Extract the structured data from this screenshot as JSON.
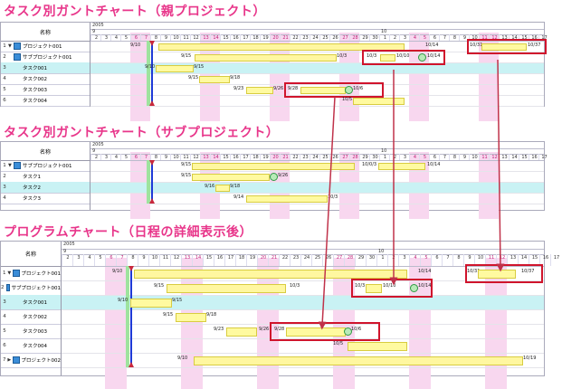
{
  "section_titles": {
    "parent": "タスク別ガントチャート（親プロジェクト）",
    "sub": "タスク別ガントチャート（サブプロジェクト）",
    "program": "プログラムチャート（日程の詳細表示後）"
  },
  "header": {
    "name_col": "名称",
    "year": "2005",
    "month_sep": "9",
    "month_oct": "10",
    "days": [
      "2",
      "3",
      "4",
      "5",
      "6",
      "7",
      "8",
      "9",
      "10",
      "11",
      "12",
      "13",
      "14",
      "15",
      "16",
      "17",
      "18",
      "19",
      "20",
      "21",
      "22",
      "23",
      "24",
      "25",
      "26",
      "27",
      "28",
      "29",
      "30",
      "1",
      "2",
      "3",
      "4",
      "5",
      "6",
      "7",
      "8",
      "9",
      "10",
      "11",
      "12",
      "13",
      "14",
      "15",
      "16",
      "17"
    ]
  },
  "panel1": {
    "rows": [
      {
        "num": "1",
        "toggle": "▼",
        "icon": true,
        "name": "プロジェクト001"
      },
      {
        "num": "2",
        "toggle": "",
        "icon": true,
        "name": "サブプロジェクト001"
      },
      {
        "num": "3",
        "toggle": "",
        "icon": false,
        "name": "タスク001"
      },
      {
        "num": "4",
        "toggle": "",
        "icon": false,
        "name": "タスク002"
      },
      {
        "num": "5",
        "toggle": "",
        "icon": false,
        "name": "タスク003"
      },
      {
        "num": "6",
        "toggle": "",
        "icon": false,
        "name": "タスク004"
      }
    ],
    "labels": {
      "p_start": "9/10",
      "p_end": "10/14",
      "p_box_start": "10/31",
      "p_box_end": "10/37",
      "s_start": "9/15",
      "s_end": "10/3",
      "s_box_start": "10/3",
      "s_box_end": "10/10",
      "s_mile": "10/14",
      "t1_start": "9/10",
      "t1_end": "9/15",
      "t2_start": "9/15",
      "t2_end": "9/18",
      "t3_start": "9/23",
      "t3_end": "9/26",
      "t3_box_start": "9/28",
      "t3_box_end": "10/6",
      "t4_start": "10/5"
    }
  },
  "panel2": {
    "rows": [
      {
        "num": "1",
        "toggle": "▼",
        "icon": true,
        "name": "サブプロジェクト001"
      },
      {
        "num": "2",
        "toggle": "",
        "icon": false,
        "name": "タスク1"
      },
      {
        "num": "3",
        "toggle": "",
        "icon": false,
        "name": "タスク2"
      },
      {
        "num": "4",
        "toggle": "",
        "icon": false,
        "name": "タスク3"
      }
    ],
    "labels": {
      "s_start": "9/15",
      "s_end": "10/0/3",
      "s_box_end": "10/14",
      "t1_start": "9/15",
      "t1_end": "9/26",
      "t2_start": "9/16",
      "t2_end": "9/18",
      "t3_start": "9/14",
      "t3_end": "10/3"
    }
  },
  "panel3": {
    "rows": [
      {
        "num": "1",
        "toggle": "▼",
        "icon": true,
        "name": "プロジェクト001"
      },
      {
        "num": "2",
        "toggle": "",
        "icon": true,
        "name": "サブプロジェクト001"
      },
      {
        "num": "3",
        "toggle": "",
        "icon": false,
        "name": "タスク001"
      },
      {
        "num": "4",
        "toggle": "",
        "icon": false,
        "name": "タスク002"
      },
      {
        "num": "5",
        "toggle": "",
        "icon": false,
        "name": "タスク003"
      },
      {
        "num": "6",
        "toggle": "",
        "icon": false,
        "name": "タスク004"
      },
      {
        "num": "7",
        "toggle": "▶",
        "icon": true,
        "name": "プロジェクト002"
      }
    ],
    "labels": {
      "p_start": "9/10",
      "p_end": "10/14",
      "p_box_start": "10/31",
      "p_box_end": "10/37",
      "s_start": "9/15",
      "s_end": "10/3",
      "s_box_start": "10/3",
      "s_box_end": "10/10",
      "s_mile": "10/14",
      "t1_start": "9/10",
      "t1_end": "9/15",
      "t2_start": "9/15",
      "t2_end": "9/18",
      "t3_start": "9/23",
      "t3_end": "9/26",
      "t3_box_start": "9/28",
      "t3_box_end": "10/6",
      "t4_start": "10/5",
      "p2_start": "9/10",
      "p2_end": "10/19"
    }
  }
}
